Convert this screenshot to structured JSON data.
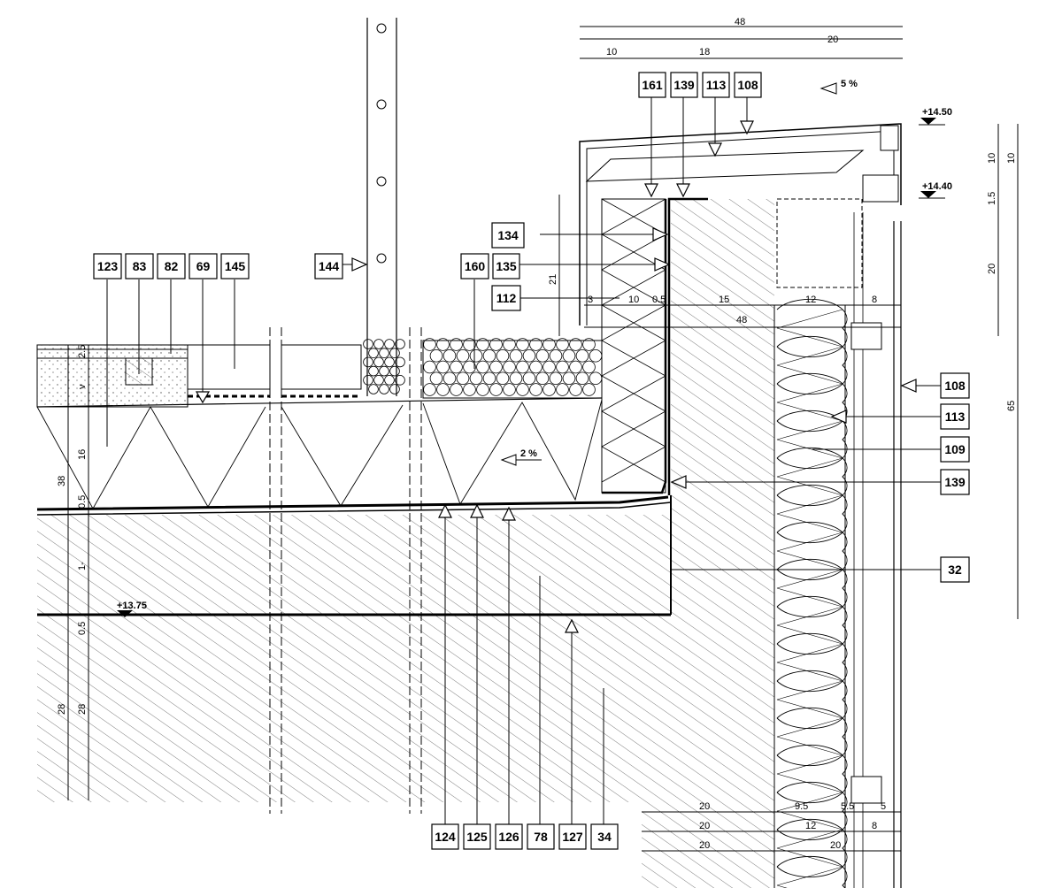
{
  "slope_top": "5 %",
  "slope_roof": "2 %",
  "levels": {
    "l1450": "+14.50",
    "l1440": "+14.40",
    "l1375": "+13.75"
  },
  "tags_top": [
    "161",
    "139",
    "113",
    "108"
  ],
  "tags_left": [
    "123",
    "83",
    "82",
    "69",
    "145",
    "144",
    "160",
    "135"
  ],
  "tags_mid": [
    "134",
    "112"
  ],
  "tags_right": [
    "108",
    "113",
    "109",
    "139",
    "32"
  ],
  "tags_bottom": [
    "124",
    "125",
    "126",
    "78",
    "127",
    "34"
  ],
  "dims": {
    "top_total": "48",
    "top_a": "10",
    "top_b": "18",
    "top_c": "20",
    "right_a": "10",
    "right_a2": "10",
    "right_b": "1.5",
    "right_c": "20",
    "right_d": "65",
    "left_a": "2.5",
    "left_b": "v",
    "left_c": "16",
    "left_d": "38",
    "left_e": "0.5",
    "left_f": "1-",
    "left_g": "0.5",
    "left_h": "28",
    "left_i": "28",
    "mid_21": "21",
    "mid_3": "3",
    "mid_10": "10",
    "mid_05": "0.5",
    "mid_15": "15",
    "mid_12": "12",
    "mid_8": "8",
    "mid_48": "48",
    "bot_20a": "20",
    "bot_95": "9.5",
    "bot_55": "5.5",
    "bot_5": "5",
    "bot_20b": "20",
    "bot_12": "12",
    "bot_8": "8",
    "bot_20c": "20",
    "bot_20d": "20"
  },
  "colors": {
    "line": "#000000",
    "paper": "#ffffff",
    "hatch": "#333333"
  }
}
